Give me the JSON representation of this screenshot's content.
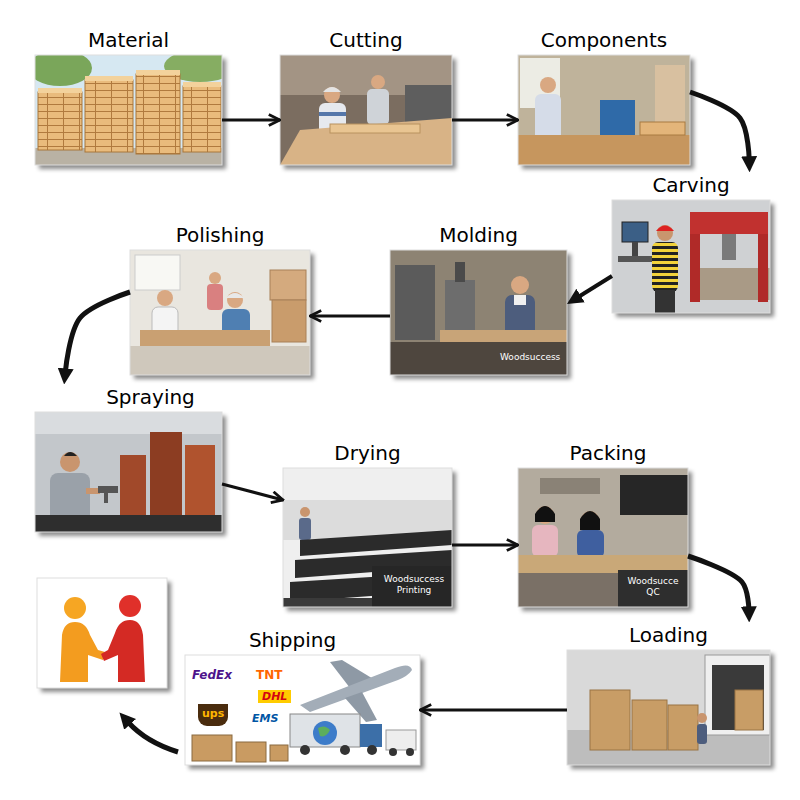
{
  "diagram": {
    "nodes": [
      {
        "text": [
          "Material"
        ]
      },
      {
        "text": [
          "Cutting"
        ]
      },
      {
        "text": [
          "Components"
        ]
      },
      {
        "text": [
          "Carving"
        ]
      },
      {
        "text": [
          "Molding"
        ]
      },
      {
        "text": [
          "Polishing"
        ]
      },
      {
        "text": [
          "Spraying"
        ]
      },
      {
        "text": [
          "Drying"
        ]
      },
      {
        "text": [
          "Packing"
        ]
      },
      {
        "text": [
          "Loading"
        ]
      },
      {
        "text": [
          "Shipping"
        ]
      }
    ],
    "edges": [
      {
        "from": 0,
        "to": 1,
        "arrow": "to"
      },
      {
        "from": 1,
        "to": 2,
        "arrow": "to"
      },
      {
        "from": 2,
        "to": 3,
        "arrow": "to"
      },
      {
        "from": 3,
        "to": 4,
        "arrow": "to"
      },
      {
        "from": 4,
        "to": 5,
        "arrow": "to"
      },
      {
        "from": 5,
        "to": 6,
        "arrow": "to"
      },
      {
        "from": 6,
        "to": 7,
        "arrow": "to"
      },
      {
        "from": 7,
        "to": 8,
        "arrow": "to"
      },
      {
        "from": 8,
        "to": 9,
        "arrow": "to"
      },
      {
        "from": 9,
        "to": 10,
        "arrow": "to"
      }
    ],
    "labels": [
      "Woodsuccess",
      "Woodsuccess Printing",
      "Woodsucce QC",
      "FedEx",
      "TNT",
      "DHL",
      "ups",
      "EMS"
    ]
  }
}
